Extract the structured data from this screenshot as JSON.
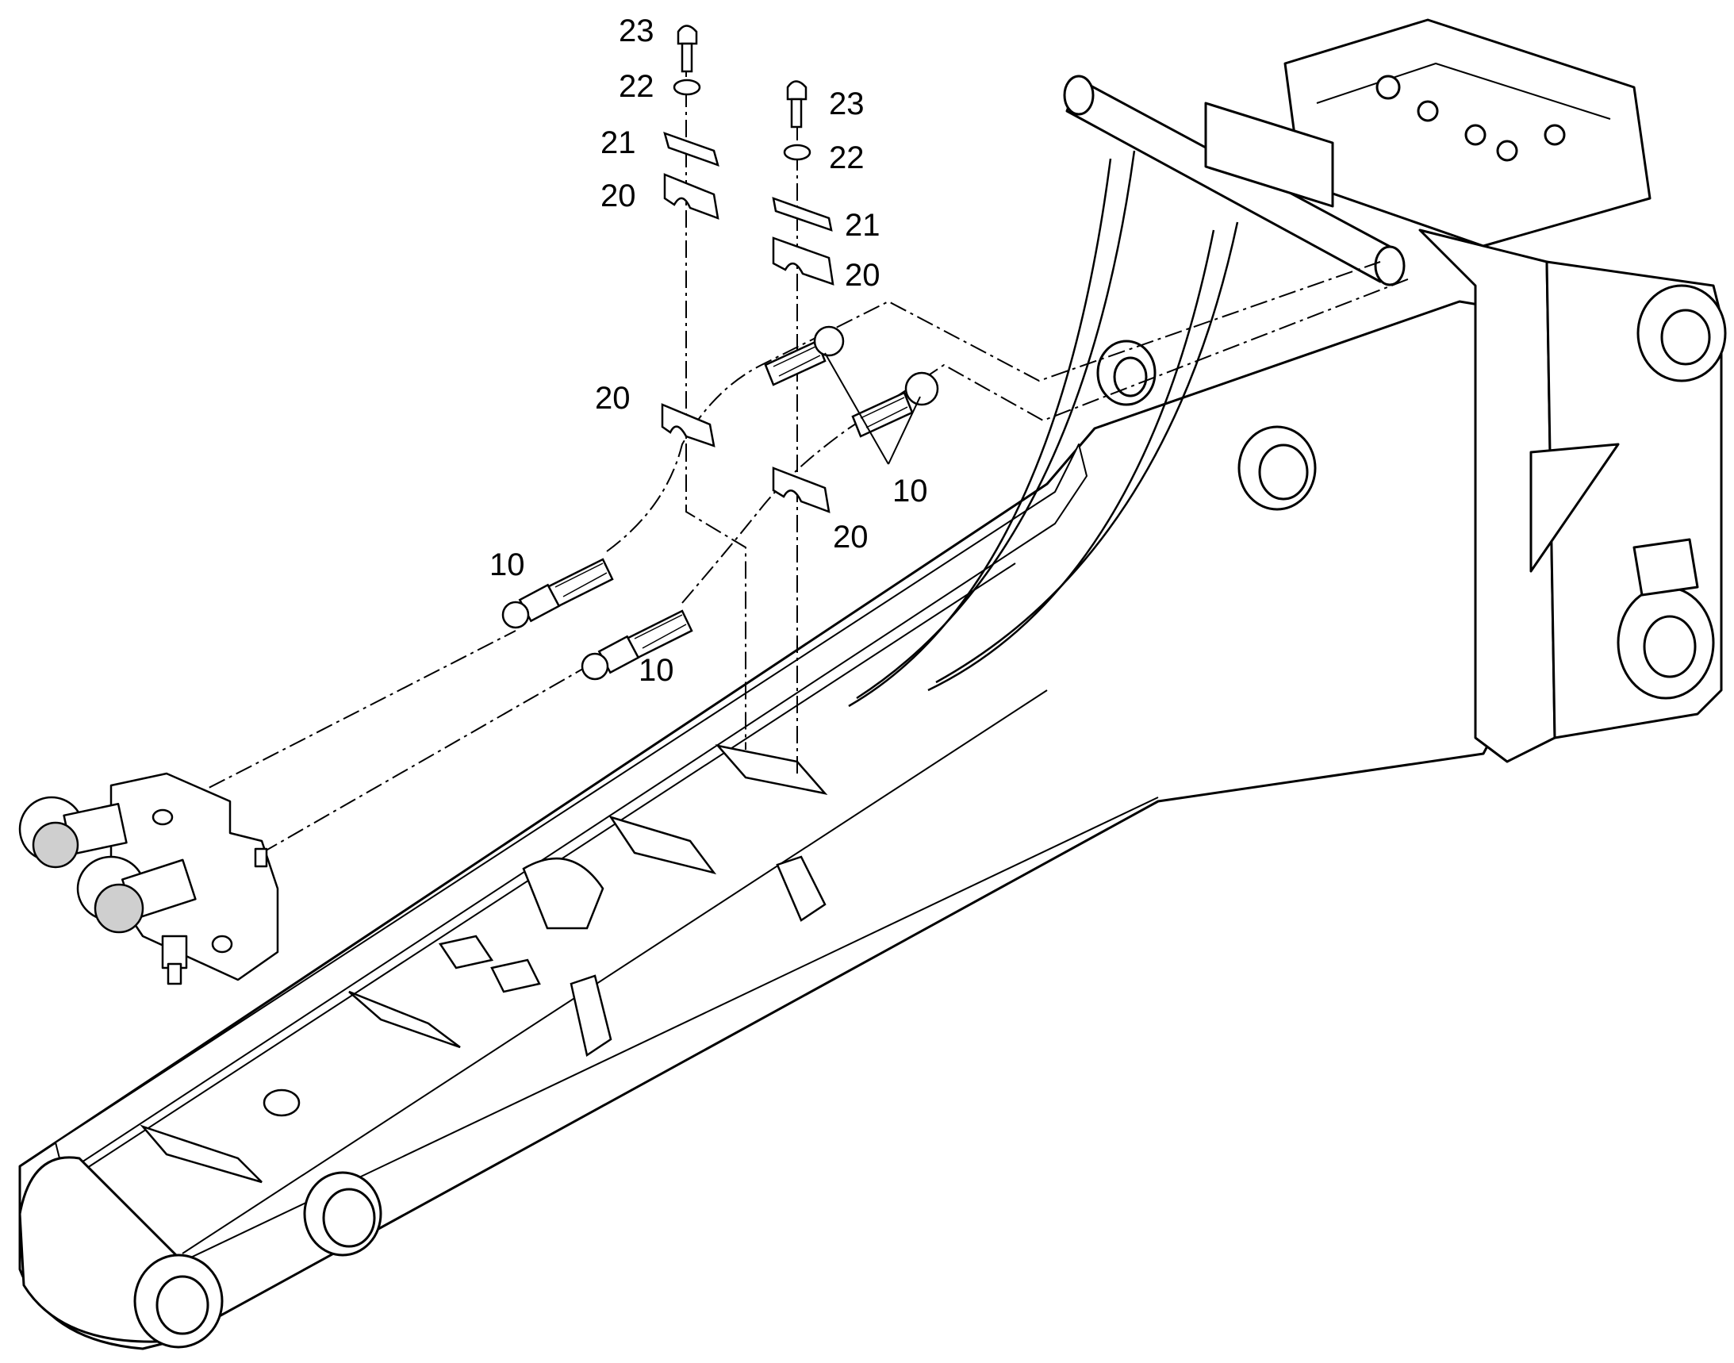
{
  "callouts": {
    "c23a": "23",
    "c22a": "22",
    "c21a": "21",
    "c20a": "20",
    "c23b": "23",
    "c22b": "22",
    "c21b": "21",
    "c20b": "20",
    "c20c": "20",
    "c20d": "20",
    "c10a": "10",
    "c10b": "10",
    "c10c": "10"
  },
  "colors": {
    "line": "#000000",
    "fill": "#ffffff",
    "shade": "#bfbfbf",
    "dark": "#404040"
  }
}
